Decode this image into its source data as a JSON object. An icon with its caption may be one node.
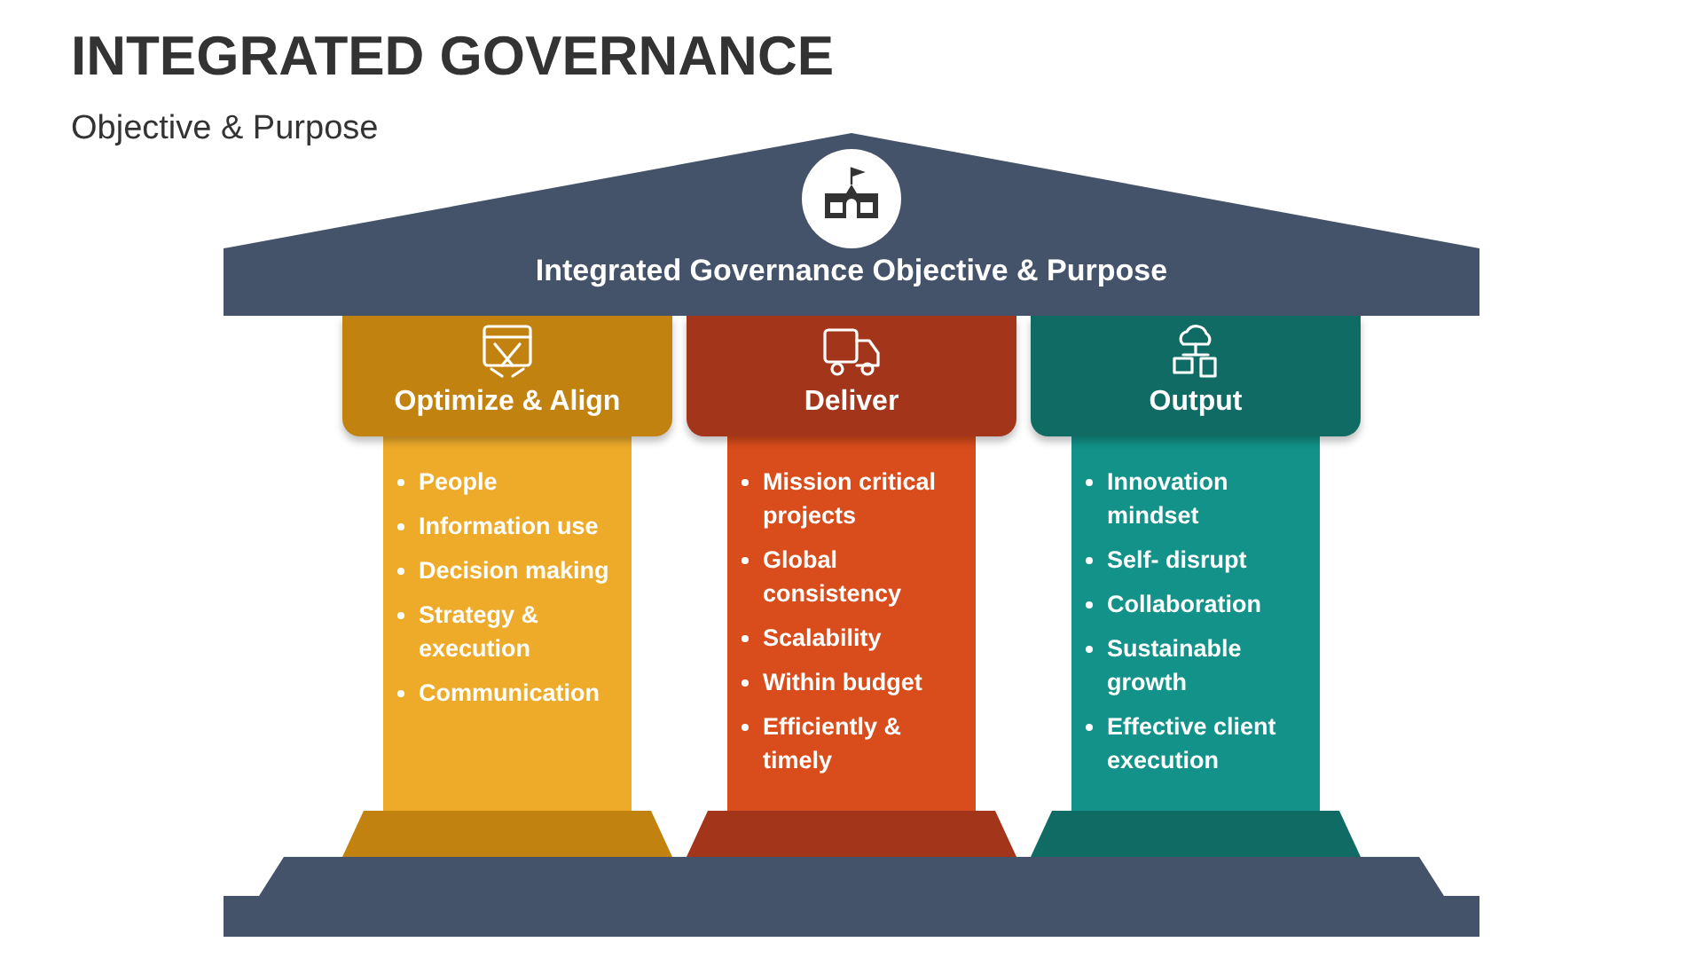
{
  "diagram": {
    "title": "INTEGRATED GOVERNANCE",
    "nodes": [
      {
        "text": [
          "Integrated Governance Objective & Purpose"
        ]
      },
      {
        "text": [
          "Optimize & Align",
          "People",
          "Information use",
          "Decision making",
          "Strategy & execution",
          "Communication"
        ]
      },
      {
        "text": [
          "Deliver",
          "Mission critical projects",
          "Global consistency",
          "Scalability",
          "Within budget",
          "Efficiently & timely"
        ]
      },
      {
        "text": [
          "Output",
          "Innovation mindset",
          "Self- disrupt",
          "Collaboration",
          "Sustainable growth",
          "Effective client execution"
        ]
      }
    ],
    "edges": [],
    "labels": [
      "Objective & Purpose"
    ]
  }
}
